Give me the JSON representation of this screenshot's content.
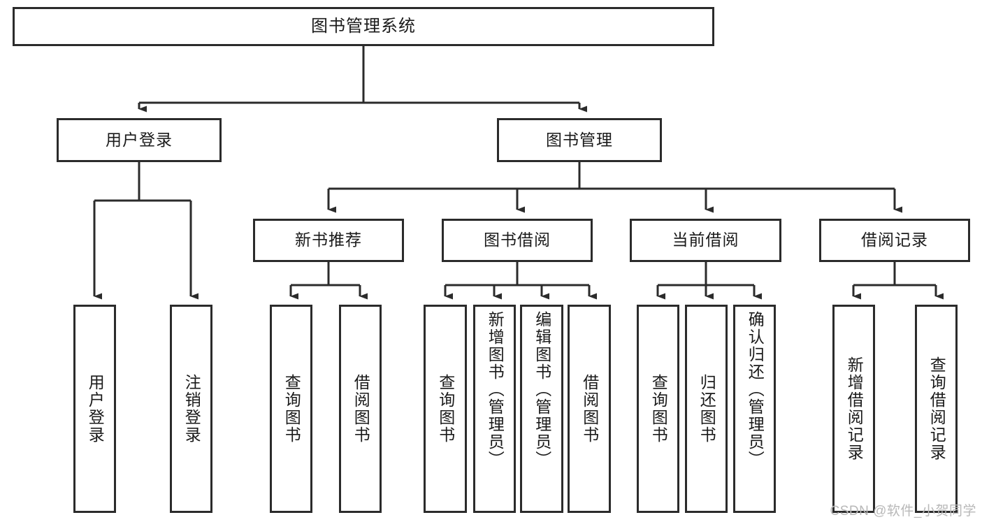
{
  "diagram": {
    "title": "图书管理系统",
    "watermark": "CSDN @软件_小贺同学",
    "colors": {
      "stroke": "#2b2b2b",
      "box_fill": "#ffffff",
      "text": "#1a1a1a",
      "watermark": "#b8b8b8",
      "background": "#ffffff"
    },
    "root": {
      "label": "图书管理系统"
    },
    "level2": [
      {
        "label": "用户登录"
      },
      {
        "label": "图书管理"
      }
    ],
    "level3": [
      {
        "label": "新书推荐"
      },
      {
        "label": "图书借阅"
      },
      {
        "label": "当前借阅"
      },
      {
        "label": "借阅记录"
      }
    ],
    "leaves": {
      "user_login": [
        {
          "label": "用户登录"
        },
        {
          "label": "注销登录"
        }
      ],
      "new_book_recommend": [
        {
          "label": "查询图书"
        },
        {
          "label": "借阅图书"
        }
      ],
      "book_borrow": [
        {
          "label": "查询图书"
        },
        {
          "label": "新增图书（管理员）"
        },
        {
          "label": "编辑图书（管理员）"
        },
        {
          "label": "借阅图书"
        }
      ],
      "current_borrow": [
        {
          "label": "查询图书"
        },
        {
          "label": "归还图书"
        },
        {
          "label": "确认归还（管理员）"
        }
      ],
      "borrow_records": [
        {
          "label": "新增借阅记录"
        },
        {
          "label": "查询借阅记录"
        }
      ]
    }
  }
}
